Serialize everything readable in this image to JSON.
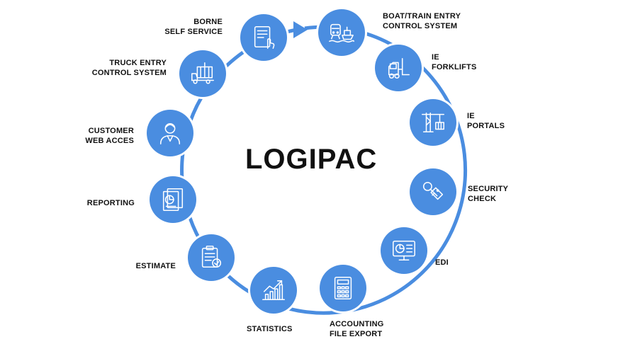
{
  "title": "LOGIPAC",
  "accent_color": "#4a8de0",
  "nodes": [
    {
      "icon": "boat-train-icon",
      "label": [
        "BOAT/TRAIN ENTRY",
        "CONTROL SYSTEM"
      ]
    },
    {
      "icon": "forklift-icon",
      "label": [
        "IE",
        "FORKLIFTS"
      ]
    },
    {
      "icon": "crane-icon",
      "label": [
        "IE",
        "PORTALS"
      ]
    },
    {
      "icon": "key-tag-icon",
      "label": [
        "SECURITY",
        "CHECK"
      ]
    },
    {
      "icon": "monitor-chart-icon",
      "label": [
        "EDI"
      ]
    },
    {
      "icon": "calculator-icon",
      "label": [
        "ACCOUNTING",
        "FILE EXPORT"
      ]
    },
    {
      "icon": "growth-chart-icon",
      "label": [
        "STATISTICS"
      ]
    },
    {
      "icon": "clipboard-check-icon",
      "label": [
        "ESTIMATE"
      ]
    },
    {
      "icon": "report-documents-icon",
      "label": [
        "REPORTING"
      ]
    },
    {
      "icon": "user-icon",
      "label": [
        "CUSTOMER",
        "WEB ACCES"
      ]
    },
    {
      "icon": "truck-container-icon",
      "label": [
        "TRUCK ENTRY",
        "CONTROL SYSTEM"
      ]
    },
    {
      "icon": "kiosk-touch-icon",
      "label": [
        "BORNE",
        "SELF SERVICE"
      ]
    }
  ]
}
